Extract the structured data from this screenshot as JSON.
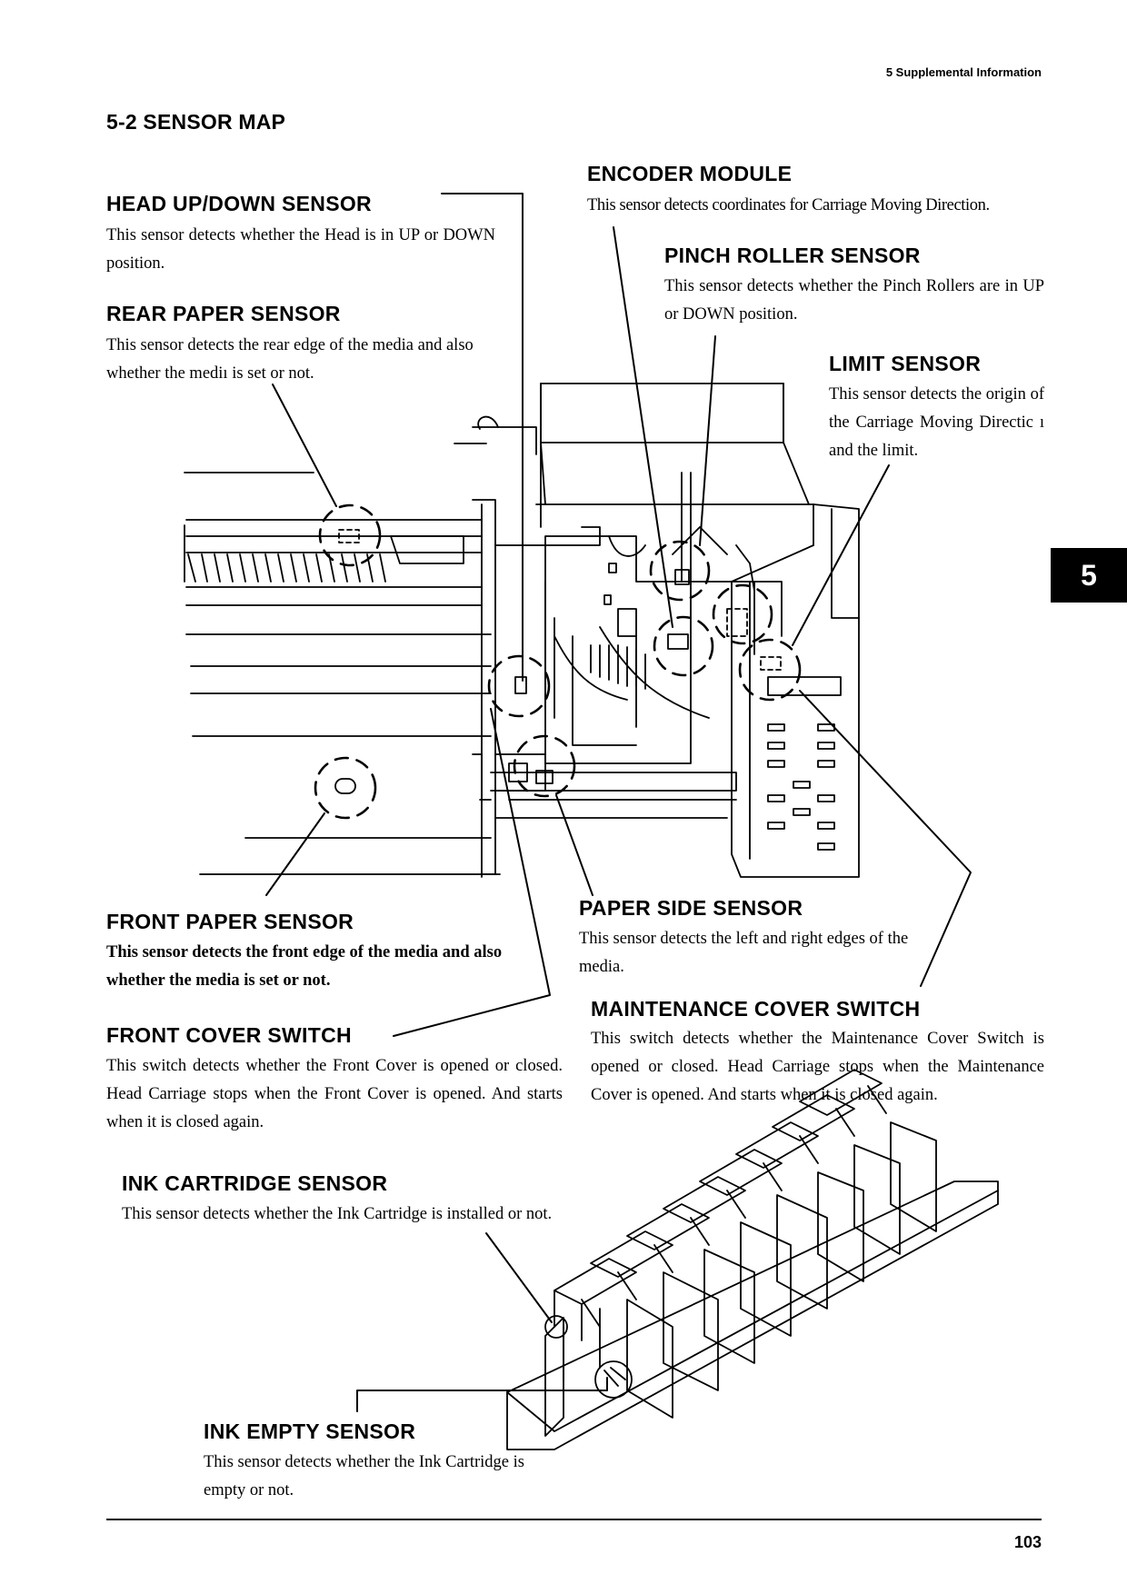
{
  "header": {
    "running_title": "5 Supplemental Information"
  },
  "section_title": "5-2  SENSOR MAP",
  "chapter_tab": "5",
  "sensors": {
    "head_up_down": {
      "title": "HEAD UP/DOWN SENSOR",
      "desc": "This sensor detects whether the Head is in UP or DOWN position."
    },
    "rear_paper": {
      "title": "REAR PAPER SENSOR",
      "desc": "This sensor detects the rear edge of the media and also whether the mediı is set or not."
    },
    "encoder_module": {
      "title": "ENCODER MODULE",
      "desc": "This sensor detects coordinates for Carriage Moving Direction."
    },
    "pinch_roller": {
      "title": "PINCH ROLLER SENSOR",
      "desc": "This sensor detects whether the Pinch Rollers are in UP or DOWN position."
    },
    "limit": {
      "title": "LIMIT SENSOR",
      "desc": "This sensor detects the origin of the Carriage Moving Directic ı and the limit."
    },
    "front_paper": {
      "title": "FRONT PAPER SENSOR",
      "desc": "This sensor detects the front edge of the media and also whether the media is set or not."
    },
    "front_cover_switch": {
      "title": "FRONT COVER SWITCH",
      "desc": "This switch detects whether the Front Cover is opened or closed.  Head Carriage stops when the Front Cover is opened.  And starts when it is closed again."
    },
    "paper_side": {
      "title": "PAPER SIDE SENSOR",
      "desc": "This sensor detects the left and right edges of the media."
    },
    "maintenance_cover_switch": {
      "title": "MAINTENANCE COVER SWITCH",
      "desc": "This switch detects whether the Maintenance Cover Switch is opened or closed.  Head Carriage stops when the Maintenance Cover is opened.  And starts when it is closed again."
    },
    "ink_cartridge": {
      "title": "INK CARTRIDGE SENSOR",
      "desc": "This sensor detects whether the Ink Cartridge is installed or not."
    },
    "ink_empty": {
      "title": "INK EMPTY SENSOR",
      "desc": "This sensor detects whether the Ink Cartridge is empty or not."
    }
  },
  "footer": {
    "page_number": "103"
  }
}
